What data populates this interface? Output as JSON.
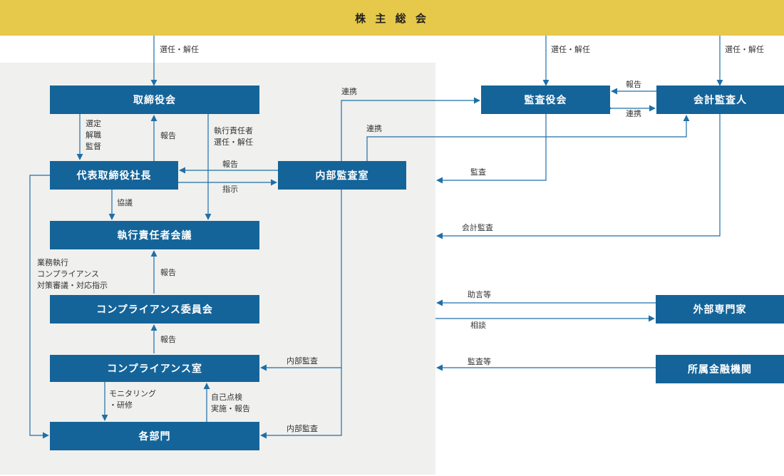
{
  "colors": {
    "accent": "#E6C84A",
    "box": "#146499",
    "panel": "#F0F0EE",
    "line": "#1E6FA8"
  },
  "top": {
    "title": "株 主 総 会"
  },
  "boxes": {
    "board": "取締役会",
    "president": "代表取締役社長",
    "exec_meeting": "執行責任者会議",
    "compliance_committee": "コンプライアンス委員会",
    "compliance_office": "コンプライアンス室",
    "departments": "各部門",
    "internal_audit": "内部監査室",
    "audit_board": "監査役会",
    "accounting_auditor": "会計監査人",
    "external_experts": "外部専門家",
    "financial_institution": "所属金融機関"
  },
  "labels": {
    "elect1": "選任・解任",
    "elect2": "選任・解任",
    "elect3": "選任・解任",
    "select_dismiss_supervise": [
      "選定",
      "解職",
      "監督"
    ],
    "report_board": "報告",
    "exec_officer_elect": [
      "執行責任者",
      "選任・解任"
    ],
    "report_ia": "報告",
    "instruct": "指示",
    "consult": "協議",
    "business_exec": [
      "業務執行",
      "コンプライアンス",
      "対策審議・対応指示"
    ],
    "report_committee": "報告",
    "report_office": "報告",
    "monitoring": [
      "モニタリング",
      "・研修"
    ],
    "self_check": [
      "自己点検",
      "実施・報告"
    ],
    "ia_audit1": "内部監査",
    "ia_audit2": "内部監査",
    "coop1": "連携",
    "coop2": "連携",
    "report_acct": "報告",
    "coop_acct": "連携",
    "audit": "監査",
    "acct_audit": "会計監査",
    "advice": "助言等",
    "consultation": "相談",
    "audit_etc": "監査等"
  }
}
